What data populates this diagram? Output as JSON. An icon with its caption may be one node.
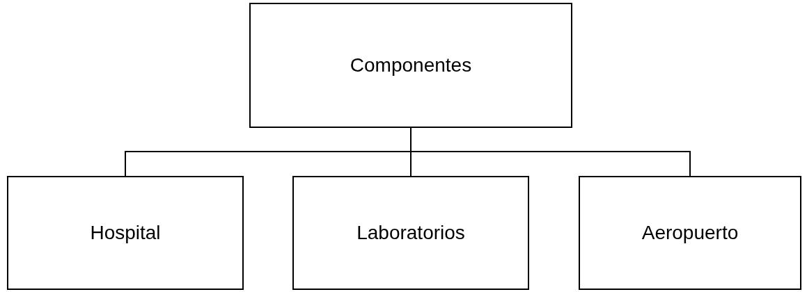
{
  "diagram": {
    "nodes": [
      {
        "text": [
          "Componentes"
        ]
      },
      {
        "text": [
          "Hospital"
        ]
      },
      {
        "text": [
          "Laboratorios"
        ]
      },
      {
        "text": [
          "Aeropuerto"
        ]
      }
    ],
    "edges": [
      {
        "from": 0,
        "to": 1,
        "arrow": "none"
      },
      {
        "from": 0,
        "to": 2,
        "arrow": "none"
      },
      {
        "from": 0,
        "to": 3,
        "arrow": "none"
      }
    ]
  }
}
